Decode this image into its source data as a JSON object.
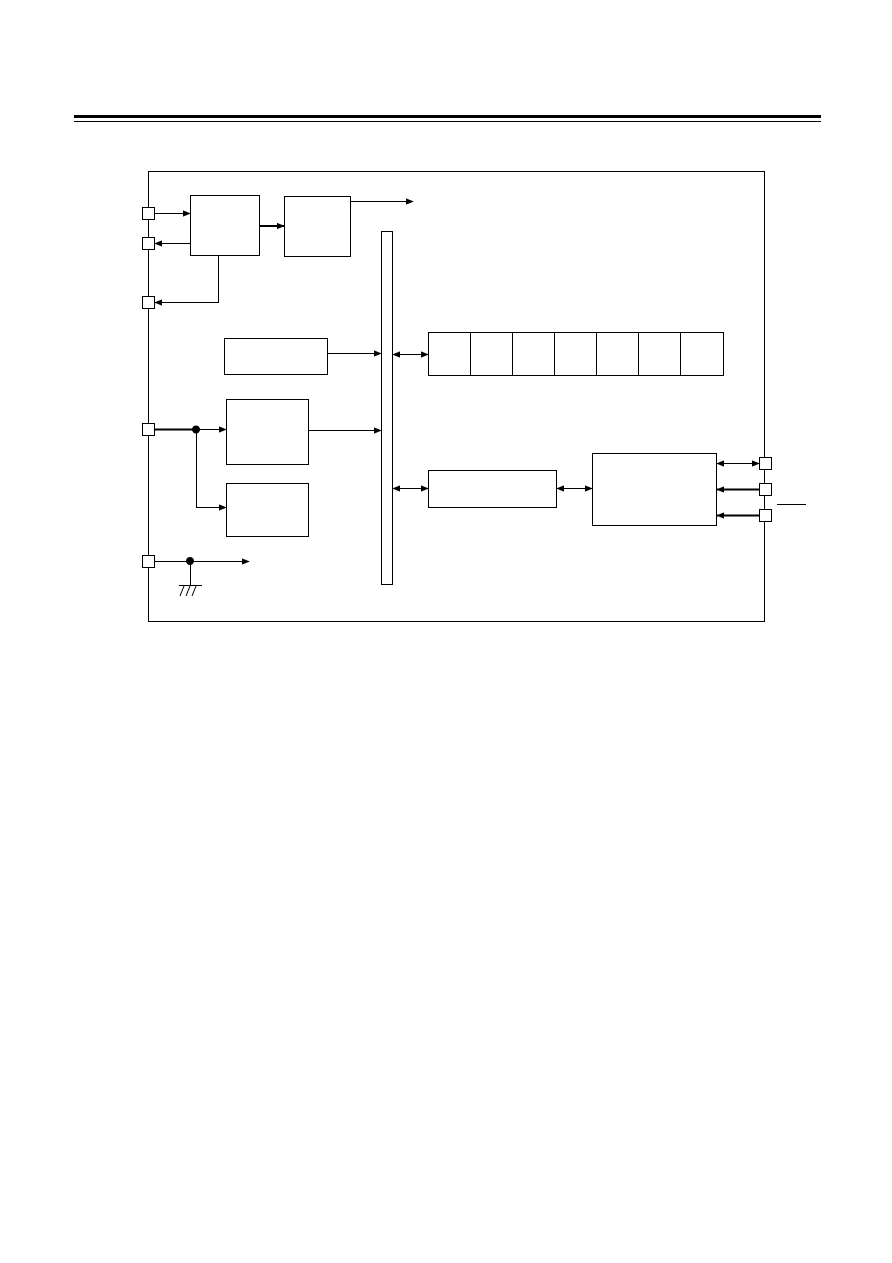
{
  "colors": {
    "line": "#000000",
    "background": "#ffffff"
  },
  "header": {
    "rule": "double-horizontal-rule"
  },
  "diagram": {
    "kind": "block-diagram",
    "blocks": [
      "oscillator-block",
      "divider-block",
      "status-block",
      "power-block-upper",
      "power-block-lower",
      "internal-bus",
      "register-array",
      "interface-block",
      "controller-block"
    ],
    "register_array_cells": 7,
    "left_pins": 5,
    "right_pins": 3
  }
}
